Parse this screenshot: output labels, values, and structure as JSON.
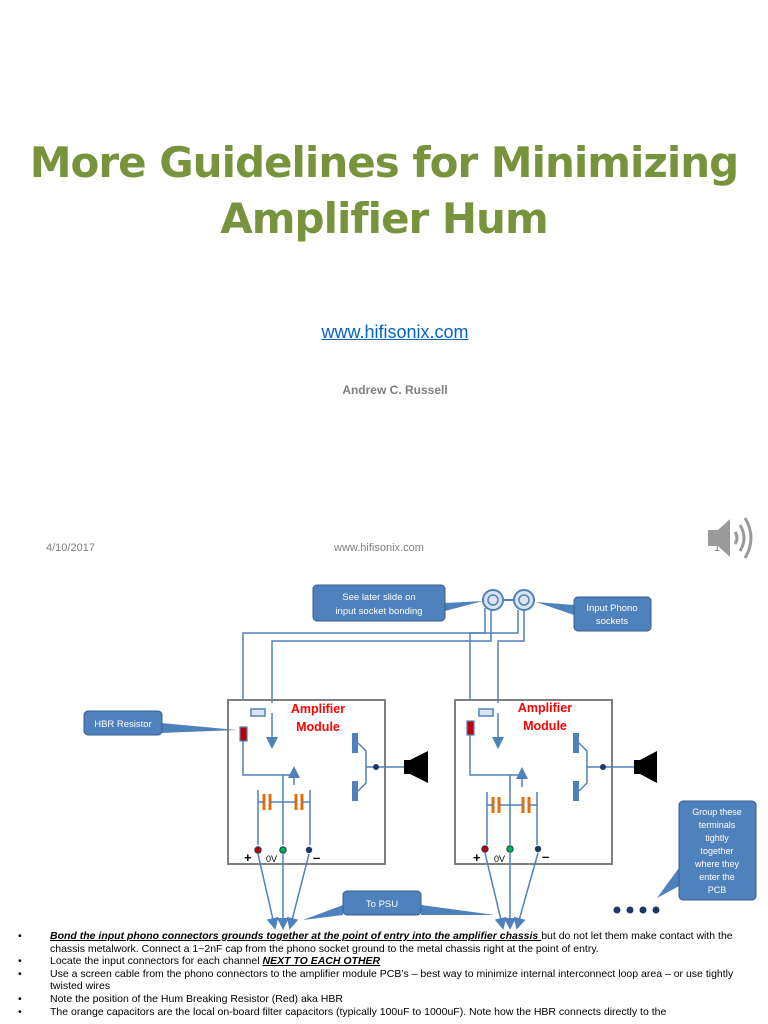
{
  "title": {
    "line1": "More Guidelines for Minimizing",
    "line2": "Amplifier Hum"
  },
  "website_link": "www.hifisonix.com",
  "author": "Andrew C. Russell",
  "footer": {
    "date": "4/10/2017",
    "site": "www.hifisonix.com",
    "page": "1"
  },
  "speaker_icon": "speaker-icon",
  "colors": {
    "title": "#77933c",
    "link": "#0563c1",
    "callout_fill": "#4f81bd",
    "callout_stroke": "#385d8a",
    "wire": "#4f81bd",
    "module_label": "#ff0000",
    "capacitor": "#e46c0a",
    "hbr_resistor": "#c00000"
  },
  "diagram": {
    "callouts": {
      "socket_bonding_line1": "See later slide on",
      "socket_bonding_line2": "input socket bonding",
      "input_phono_line1": "Input Phono",
      "input_phono_line2": "sockets",
      "hbr_resistor": "HBR Resistor",
      "to_psu": "To PSU",
      "group_terminals": [
        "Group these",
        "terminals",
        "tightly",
        "together",
        "where they",
        "enter the",
        "PCB"
      ]
    },
    "module_label_line1": "Amplifier",
    "module_label_line2": "Module",
    "terminal_plus": "+",
    "terminal_0v": "0V",
    "terminal_minus": "–"
  },
  "bullets": [
    {
      "emphasis": "Bond the input phono connectors grounds together at the point of entry into the amplifier chassis ",
      "text": "but do not let them make contact with the chassis metalwork.  Connect a 1~2nF cap from the phono socket ground to the metal chassis right at the point of entry."
    },
    {
      "text": "Locate the input connectors for each channel ",
      "emphasis": "NEXT TO EACH OTHER"
    },
    {
      "text": "Use a screen cable from the phono connectors to the amplifier module PCB’s – best way to minimize internal interconnect loop area – or use tightly twisted wires"
    },
    {
      "text": "Note the position of the Hum Breaking Resistor (Red) aka HBR"
    },
    {
      "text": "The orange capacitors are the local on-board filter capacitors (typically 100uF to 1000uF). Note how the HBR connects directly to the"
    }
  ]
}
